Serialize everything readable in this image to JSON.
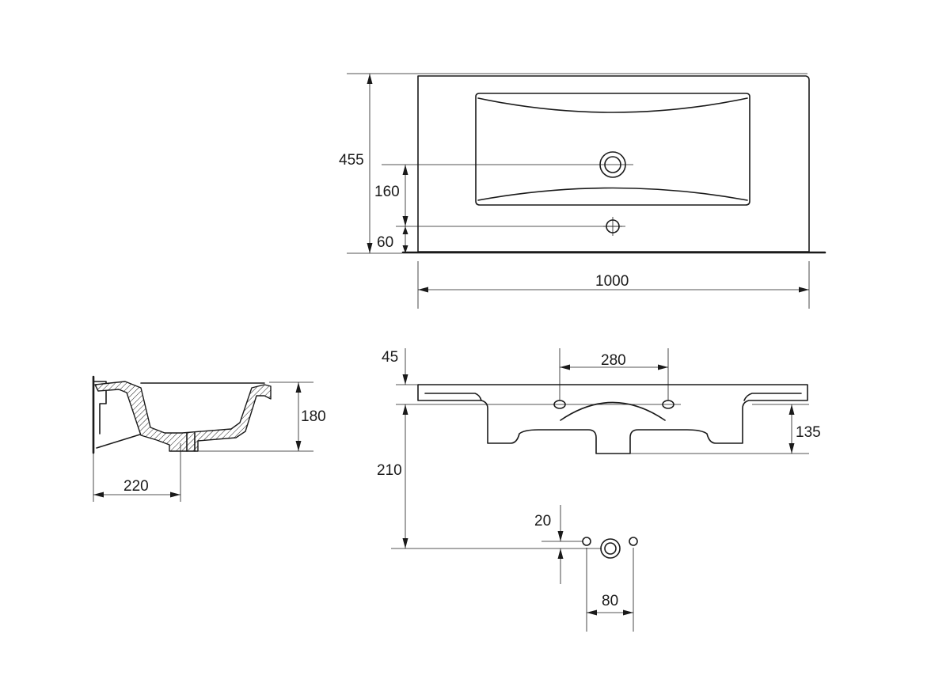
{
  "views": {
    "top": {
      "dims": {
        "overall_depth": "455",
        "drain_offset": "160",
        "tap_offset": "60",
        "overall_width": "1000"
      }
    },
    "front": {
      "dims": {
        "rim_height": "45",
        "tap_spacing_top": "280",
        "bowl_depth": "135",
        "drain_height": "210"
      }
    },
    "side": {
      "dims": {
        "side_height": "180",
        "drain_from_wall": "220"
      }
    },
    "detail": {
      "dims": {
        "vertical_offset": "20",
        "tap_spacing": "80"
      }
    }
  }
}
